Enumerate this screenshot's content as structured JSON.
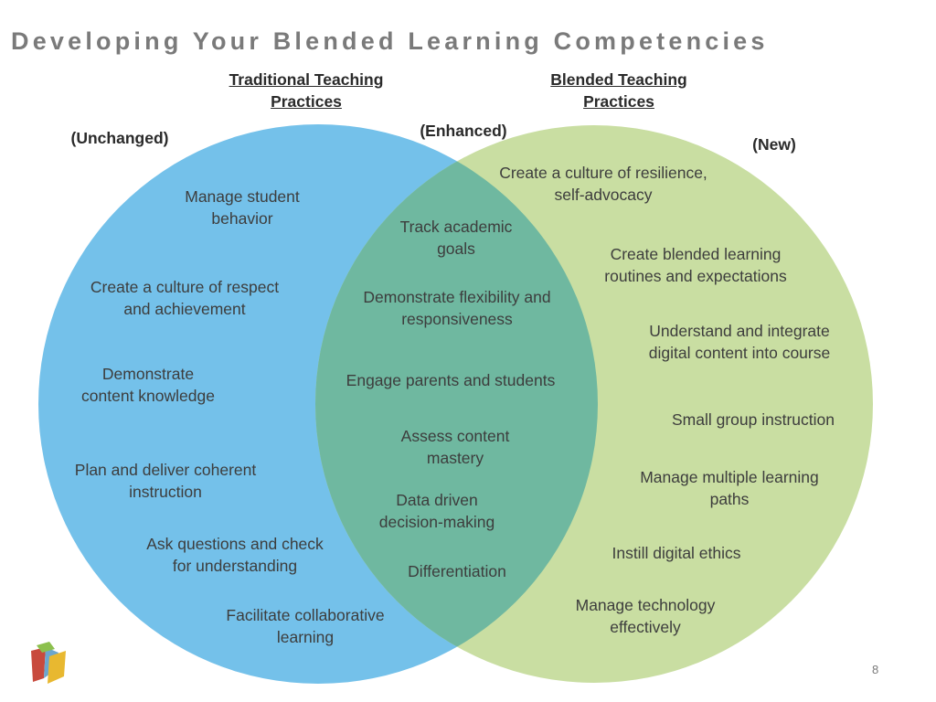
{
  "title": "Developing Your Blended Learning Competencies",
  "headers": {
    "traditional": [
      "Traditional Teaching",
      "Practices"
    ],
    "blended": [
      "Blended Teaching",
      "Practices"
    ]
  },
  "tags": {
    "unchanged": "(Unchanged)",
    "enhanced": "(Enhanced)",
    "new": "(New)"
  },
  "unchanged_items": [
    [
      "Manage student",
      "behavior"
    ],
    [
      "Create a culture of respect",
      "and achievement"
    ],
    [
      "Demonstrate",
      "content knowledge"
    ],
    [
      "Plan and deliver coherent",
      "instruction"
    ],
    [
      "Ask questions and check",
      "for understanding"
    ],
    [
      "Facilitate collaborative",
      "learning"
    ]
  ],
  "enhanced_items": [
    [
      "Track academic",
      "goals"
    ],
    [
      "Demonstrate flexibility and",
      "responsiveness"
    ],
    [
      "Engage parents and students"
    ],
    [
      "Assess content",
      "mastery"
    ],
    [
      "Data driven",
      "decision-making"
    ],
    [
      "Differentiation"
    ]
  ],
  "new_items": [
    [
      "Create a culture of resilience,",
      "self-advocacy"
    ],
    [
      "Create blended learning",
      "routines and expectations"
    ],
    [
      "Understand and integrate",
      "digital content into course"
    ],
    [
      "Small group instruction"
    ],
    [
      "Manage multiple learning",
      "paths"
    ],
    [
      "Instill digital ethics"
    ],
    [
      "Manage technology",
      "effectively"
    ]
  ],
  "page_number": "8",
  "colors": {
    "left_circle": "#74c1ea",
    "right_circle": "#c9dea2",
    "overlap": "#6fb8a0",
    "title": "#7a7a7a"
  }
}
